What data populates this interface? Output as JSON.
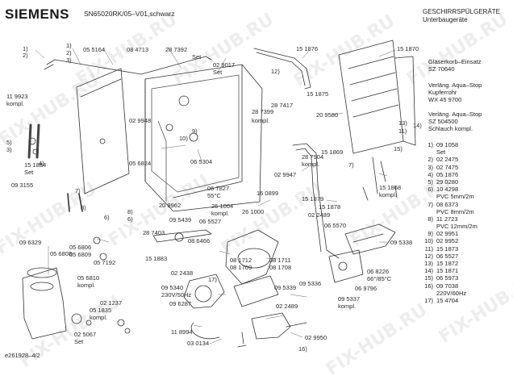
{
  "header": {
    "brand": "SIEMENS",
    "model": "SN65020RK/05–V01,schwarz",
    "category_line1": "GESCHIRRSPÜLGERÄTE",
    "category_line2": "Unterbaugeräte"
  },
  "assemblies": [
    {
      "name": "Gläserkorb–Einsatz",
      "part": "SZ 70640"
    },
    {
      "name": "Verläng. Aqua–Stop",
      "desc": "Kupferrohr",
      "part": "WX 45 9700"
    },
    {
      "name": "Verläng. Aqua–Stop",
      "part": "SZ 504500",
      "desc": "Schlauch kompl."
    }
  ],
  "legend": [
    {
      "num": "1)",
      "part": "09 1058",
      "sub": "Set"
    },
    {
      "num": "2)",
      "part": "02 2475"
    },
    {
      "num": "3)",
      "part": "02 7475"
    },
    {
      "num": "4)",
      "part": "05 1876"
    },
    {
      "num": "5)",
      "part": "29 0280"
    },
    {
      "num": "6)",
      "part": "10 4298",
      "sub": "PVC 5mm/2m"
    },
    {
      "num": "7)",
      "part": "08 6373",
      "sub": "PVC 8mm/2m"
    },
    {
      "num": "8)",
      "part": "11 2723",
      "sub": "PVC 12mm/2m"
    },
    {
      "num": "9)",
      "part": "02 9951"
    },
    {
      "num": "10)",
      "part": "02 9952"
    },
    {
      "num": "11)",
      "part": "15 1873"
    },
    {
      "num": "12)",
      "part": "06 5527"
    },
    {
      "num": "13)",
      "part": "15 1872"
    },
    {
      "num": "14)",
      "part": "15 1871"
    },
    {
      "num": "15)",
      "part": "06 5973"
    },
    {
      "num": "16)",
      "part": "09 7038",
      "sub": "220V/60Hz"
    },
    {
      "num": "17)",
      "part": "15 4704"
    }
  ],
  "callouts": [
    "1)",
    "2)",
    "3)",
    "05 5164",
    "08 4713",
    "28 7392",
    "Set",
    "2)",
    "1)",
    "11 9923",
    "kompl.",
    "02 9017",
    "Set",
    "02 9948",
    "15 1876",
    "12)",
    "28 7417",
    "15 1875",
    "28 7399",
    "kompl.",
    "15 1870",
    "14)",
    "13)",
    "11)",
    "20 9580",
    "15)",
    "15 1869",
    "4)",
    "5)",
    "3)",
    "7)",
    "15 1884",
    "Set",
    "09 3155",
    "7)",
    "8)",
    "6)",
    "05 6824",
    "9)",
    "10)",
    "06 5304",
    "20 9962",
    "06 7827",
    "55°C",
    "8)",
    "6)",
    "02 9947",
    "28 7904",
    "kompl.",
    "16 0899",
    "15 1879",
    "15 1878",
    "15 1868",
    "kompl.",
    "26 1004",
    "kompl.",
    "26 1000",
    "09 5439",
    "06 5527",
    "28 7403",
    "08 6466",
    "02 2489",
    "06 5570",
    "09 5338",
    "09 6329",
    "05 6808",
    "05 6806",
    "05 6809",
    "05 7192",
    "05 6810",
    "kompl.",
    "15 1883",
    "08 1712",
    "08 1711",
    "08 1709",
    "08 1708",
    "02 2438",
    "17)",
    "09 5340",
    "230V/50Hz",
    "09 6287",
    "09 5339",
    "09 5336",
    "06 8226",
    "66°/85°C",
    "06 9796",
    "09 5337",
    "kompl.",
    "02 1237",
    "05 1835",
    "kompl.",
    "02 5067",
    "Set",
    "11 8994",
    "03 0134",
    "02 2489",
    "02 9950",
    "16)"
  ],
  "footer": {
    "doc_id": "e261928–4/2"
  },
  "watermark": "FIX-HUB.RU"
}
